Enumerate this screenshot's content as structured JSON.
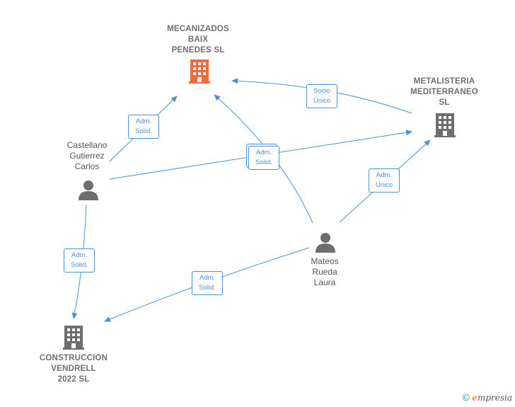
{
  "nodes": {
    "mecanizados": {
      "label": "MECANIZADOS\nBAIX\nPENEDES  SL",
      "icon": "building-icon",
      "color": "#f06a3d"
    },
    "metalisteria": {
      "label": "METALISTERIA\nMEDITERRANEO\nSL",
      "icon": "building-icon",
      "color": "#6e6e6e"
    },
    "construccion": {
      "label": "CONSTRUCCION\nVENDRELL\n2022  SL",
      "icon": "building-icon",
      "color": "#6e6e6e"
    },
    "castellano": {
      "label": "Castellano\nGutierrez\nCarlos",
      "icon": "person-icon",
      "color": "#6e6e6e"
    },
    "mateos": {
      "label": "Mateos\nRueda\nLaura",
      "icon": "person-icon",
      "color": "#6e6e6e"
    }
  },
  "edges": [
    {
      "from": "castellano",
      "to": "mecanizados",
      "label": "Adm.\nSolid."
    },
    {
      "from": "mateos",
      "to": "mecanizados",
      "label": "Adm.\nSolid."
    },
    {
      "from": "castellano",
      "to": "metalisteria",
      "label": "Adm.\nSolid."
    },
    {
      "from": "metalisteria",
      "to": "mecanizados",
      "label": "Socio\nÚnico"
    },
    {
      "from": "mateos",
      "to": "metalisteria",
      "label": "Adm.\nUnico"
    },
    {
      "from": "castellano",
      "to": "construccion",
      "label": "Adm.\nSolid."
    },
    {
      "from": "mateos",
      "to": "construccion",
      "label": "Adm.\nSolid."
    }
  ],
  "colors": {
    "edge": "#4a90d9",
    "accent": "#f06a3d",
    "neutral": "#6e6e6e"
  },
  "copyright": {
    "symbol": "©",
    "brand_e": "e",
    "brand_rest": "mpresia"
  }
}
